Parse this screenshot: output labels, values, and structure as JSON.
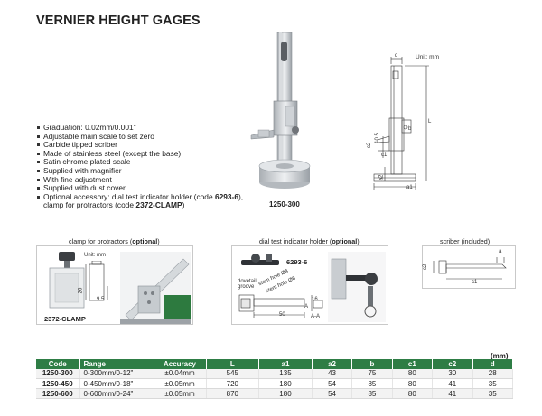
{
  "title": "VERNIER HEIGHT GAGES",
  "features": [
    "Graduation: 0.02mm/0.001\"",
    "Adjustable main scale to set zero",
    "Carbide tipped scriber",
    "Made of stainless steel (except the base)",
    "Satin chrome plated scale",
    "Supplied with magnifier",
    "With fine adjustment",
    "Supplied with dust cover"
  ],
  "optional_accessory": {
    "line1_a": "Optional accessory: dial test indicator holder (code ",
    "line1_code": "6293-6",
    "line1_b": "),",
    "line2_a": "clamp for protractors (code ",
    "line2_code": "2372-CLAMP",
    "line2_b": ")"
  },
  "product_code": "1250-300",
  "drawing": {
    "unit": "Unit: mm",
    "labels": {
      "d": "d",
      "L": "L",
      "b": "b",
      "c2": "c2",
      "c1": "c1",
      "a2": "a2",
      "a1": "a1",
      "dim": "10.5"
    }
  },
  "panels": {
    "clamp": {
      "caption_a": "clamp for protractors (",
      "caption_b": "optional",
      "caption_c": ")",
      "unit": "Unit: mm",
      "dim_26": "26",
      "dim_95": "9.5",
      "code": "2372-CLAMP"
    },
    "dial": {
      "caption_a": "dial test indicator holder (",
      "caption_b": "optional",
      "caption_c": ")",
      "code": "6293-6",
      "dovetail": "dovetail",
      "groove": "groove",
      "hole1": "stem hole Ø4",
      "hole2": "stem hole Ø6",
      "dim_50": "50",
      "dim_a": "A",
      "dim_aa": "A-A",
      "dim_16": "16"
    },
    "scriber": {
      "caption": "scriber (included)",
      "c2": "c2",
      "c1": "c1",
      "a": "a"
    }
  },
  "table": {
    "unit": "(mm)",
    "headers": [
      "Code",
      "Range",
      "Accuracy",
      "L",
      "a1",
      "a2",
      "b",
      "c1",
      "c2",
      "d"
    ],
    "rows": [
      [
        "1250-300",
        "0-300mm/0-12\"",
        "±0.04mm",
        "545",
        "135",
        "43",
        "75",
        "80",
        "30",
        "28"
      ],
      [
        "1250-450",
        "0-450mm/0-18\"",
        "±0.05mm",
        "720",
        "180",
        "54",
        "85",
        "80",
        "41",
        "35"
      ],
      [
        "1250-600",
        "0-600mm/0-24\"",
        "±0.05mm",
        "870",
        "180",
        "54",
        "85",
        "80",
        "41",
        "35"
      ]
    ]
  }
}
